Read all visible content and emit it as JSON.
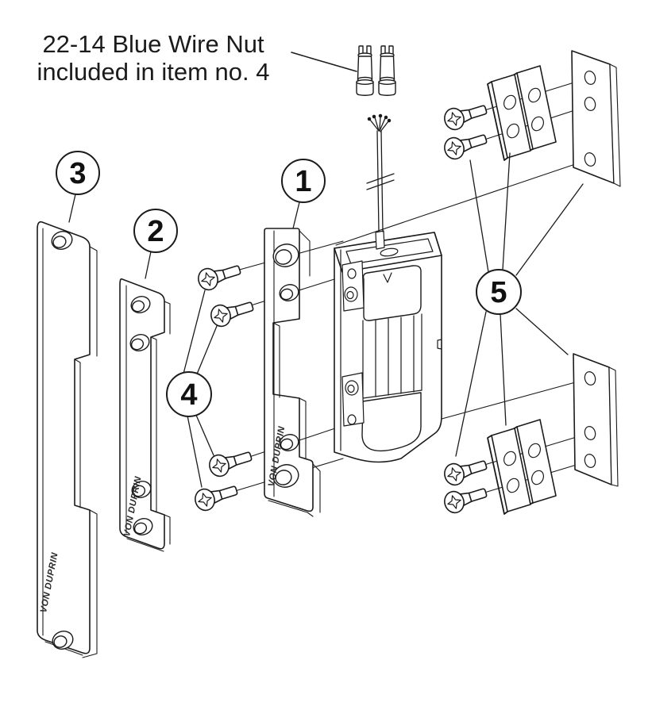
{
  "diagram": {
    "note": {
      "line1": "22-14 Blue Wire Nut",
      "line2": "included in item no. 4"
    },
    "brand": "VON DUPRIN",
    "callouts": [
      {
        "number": "1"
      },
      {
        "number": "2"
      },
      {
        "number": "3"
      },
      {
        "number": "4"
      },
      {
        "number": "5"
      }
    ],
    "colors": {
      "line": "#1b1b1b",
      "background": "#ffffff"
    }
  }
}
